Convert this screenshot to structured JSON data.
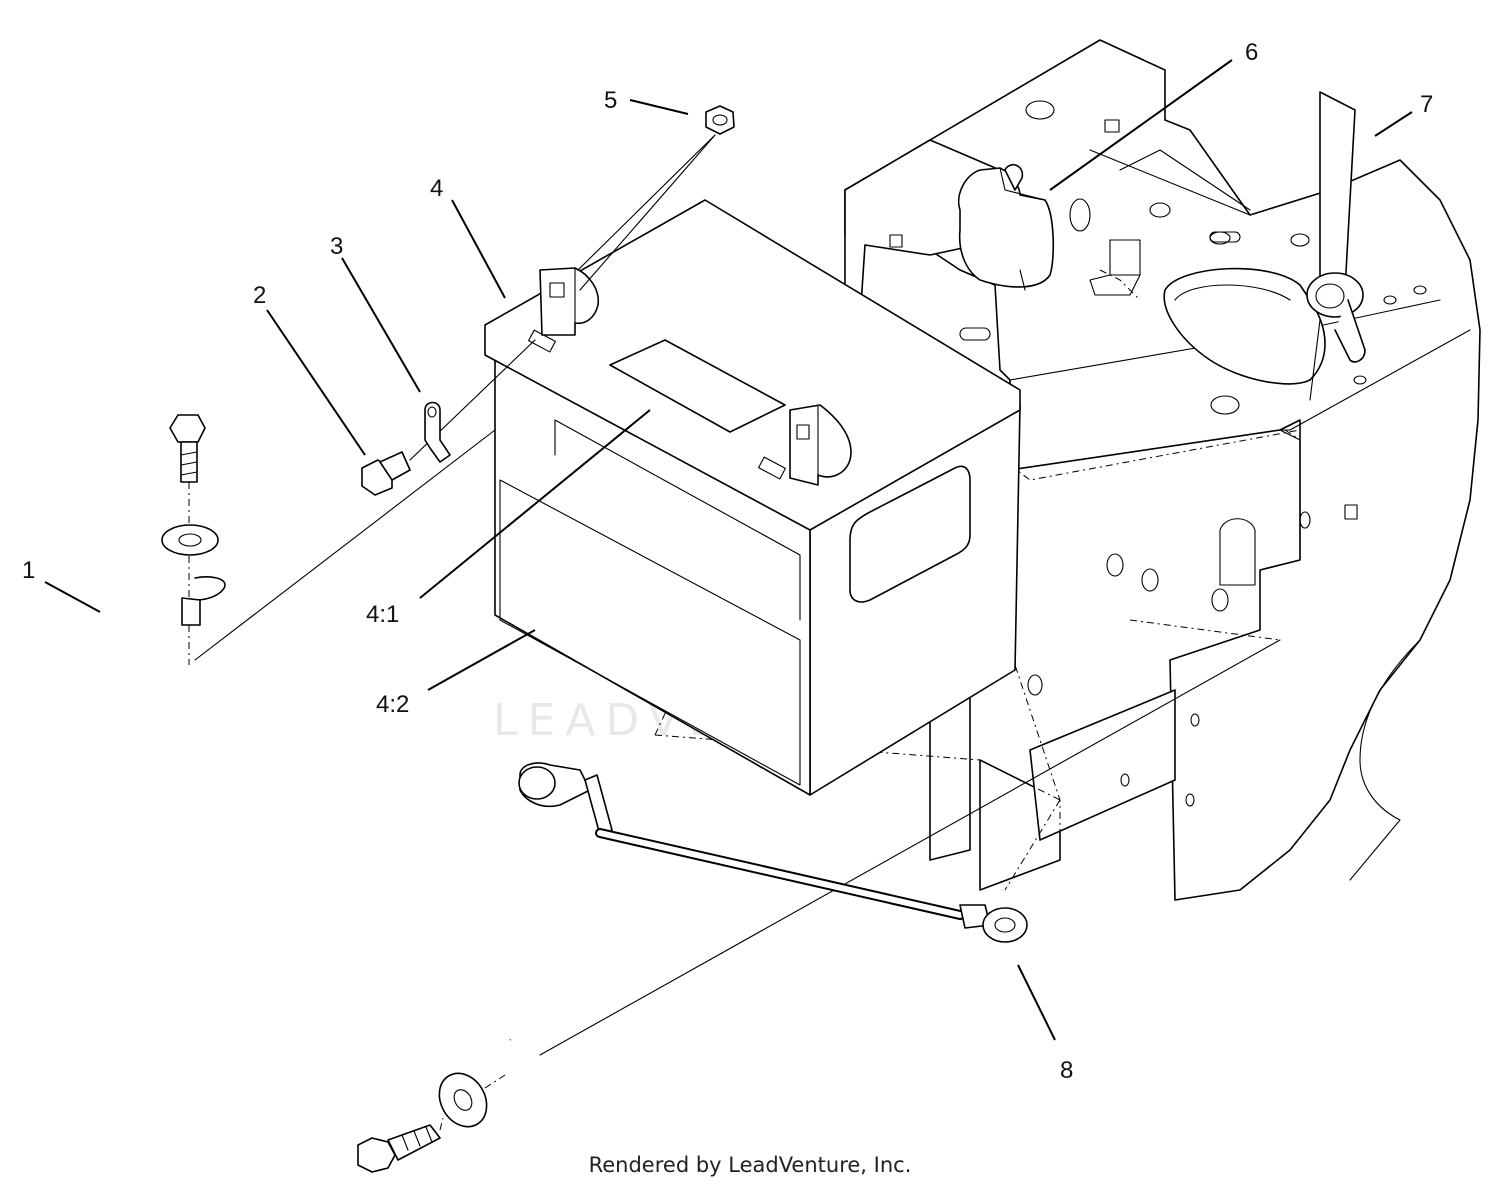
{
  "callouts": {
    "c1": "1",
    "c2": "2",
    "c3": "3",
    "c4": "4",
    "c4_1": "4:1",
    "c4_2": "4:2",
    "c5": "5",
    "c6": "6",
    "c7": "7",
    "c8": "8"
  },
  "watermark": {
    "text": "LEADVENTURE"
  },
  "footer": {
    "credit": "Rendered by LeadVenture, Inc."
  }
}
